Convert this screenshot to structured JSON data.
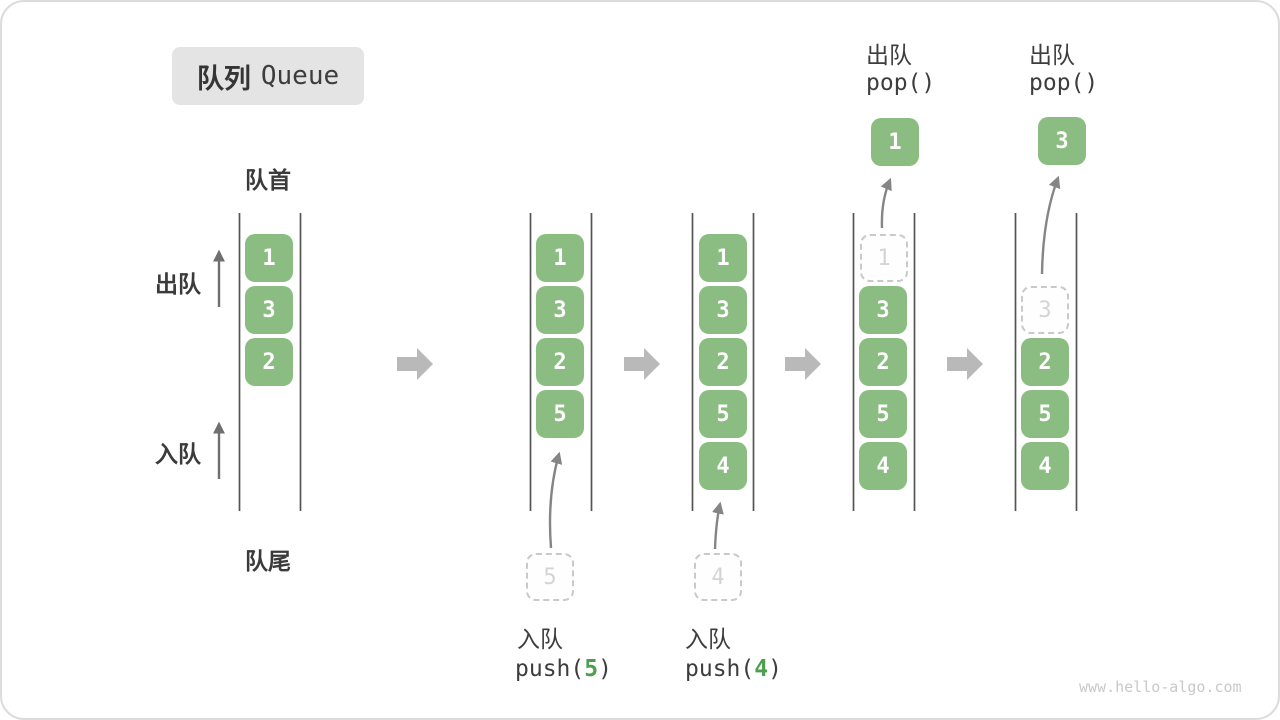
{
  "title": {
    "zh": "队列",
    "en": "Queue"
  },
  "labels": {
    "front": "队首",
    "rear": "队尾",
    "dequeue_side": "出队",
    "enqueue_side": "入队"
  },
  "watermark": "www.hello-algo.com",
  "colors": {
    "item_green": "#8bbd83",
    "arg_green": "#4f9e4f",
    "title_bg": "#e4e4e4",
    "column_line": "#545454",
    "block_arrow": "#b9b9b9",
    "dashed_border": "#c9c9c9",
    "text_dark": "#3b3b3b",
    "watermark_gray": "#c9c9c9"
  },
  "states": [
    {
      "items": [
        "1",
        "3",
        "2"
      ]
    },
    {
      "items": [
        "1",
        "3",
        "2",
        "5"
      ],
      "pending": "5",
      "op": {
        "label": "入队",
        "fn": "push(",
        "arg": "5",
        "close": ")"
      }
    },
    {
      "items": [
        "1",
        "3",
        "2",
        "5",
        "4"
      ],
      "pending": "4",
      "op": {
        "label": "入队",
        "fn": "push(",
        "arg": "4",
        "close": ")"
      }
    },
    {
      "items": [
        "3",
        "2",
        "5",
        "4"
      ],
      "removed": "1",
      "popped": "1",
      "op": {
        "label": "出队",
        "code": "pop()"
      }
    },
    {
      "items": [
        "2",
        "5",
        "4"
      ],
      "removed": "3",
      "popped": "3",
      "op": {
        "label": "出队",
        "code": "pop()"
      }
    }
  ]
}
